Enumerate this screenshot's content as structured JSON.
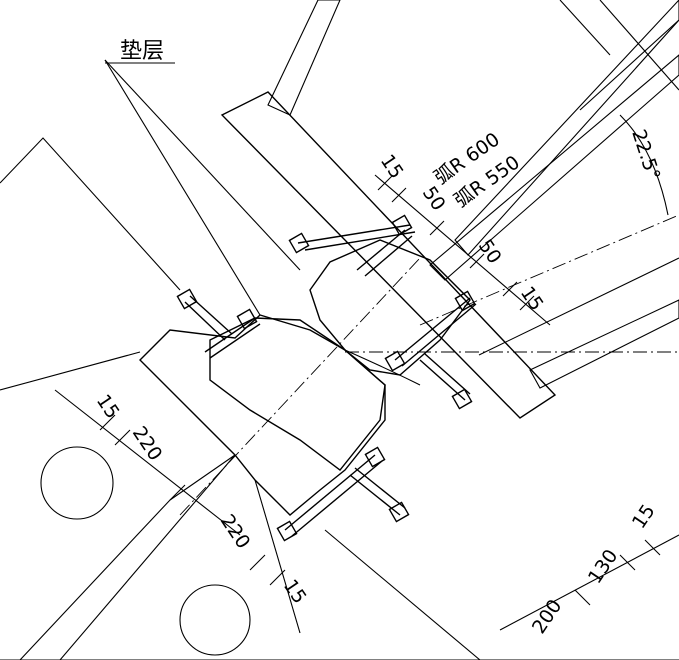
{
  "labels": {
    "gasket": "垫层",
    "arc_outer": "弧R 600",
    "arc_inner": "弧R 550"
  },
  "dimensions": {
    "d15_a": "15",
    "d50_a": "50",
    "d50_b": "50",
    "d15_b": "15",
    "angle": "22.5°",
    "d15_c": "15",
    "d220_a": "220",
    "d220_b": "220",
    "d15_d": "15",
    "d200": "200",
    "d130": "130",
    "d15_e": "15"
  }
}
